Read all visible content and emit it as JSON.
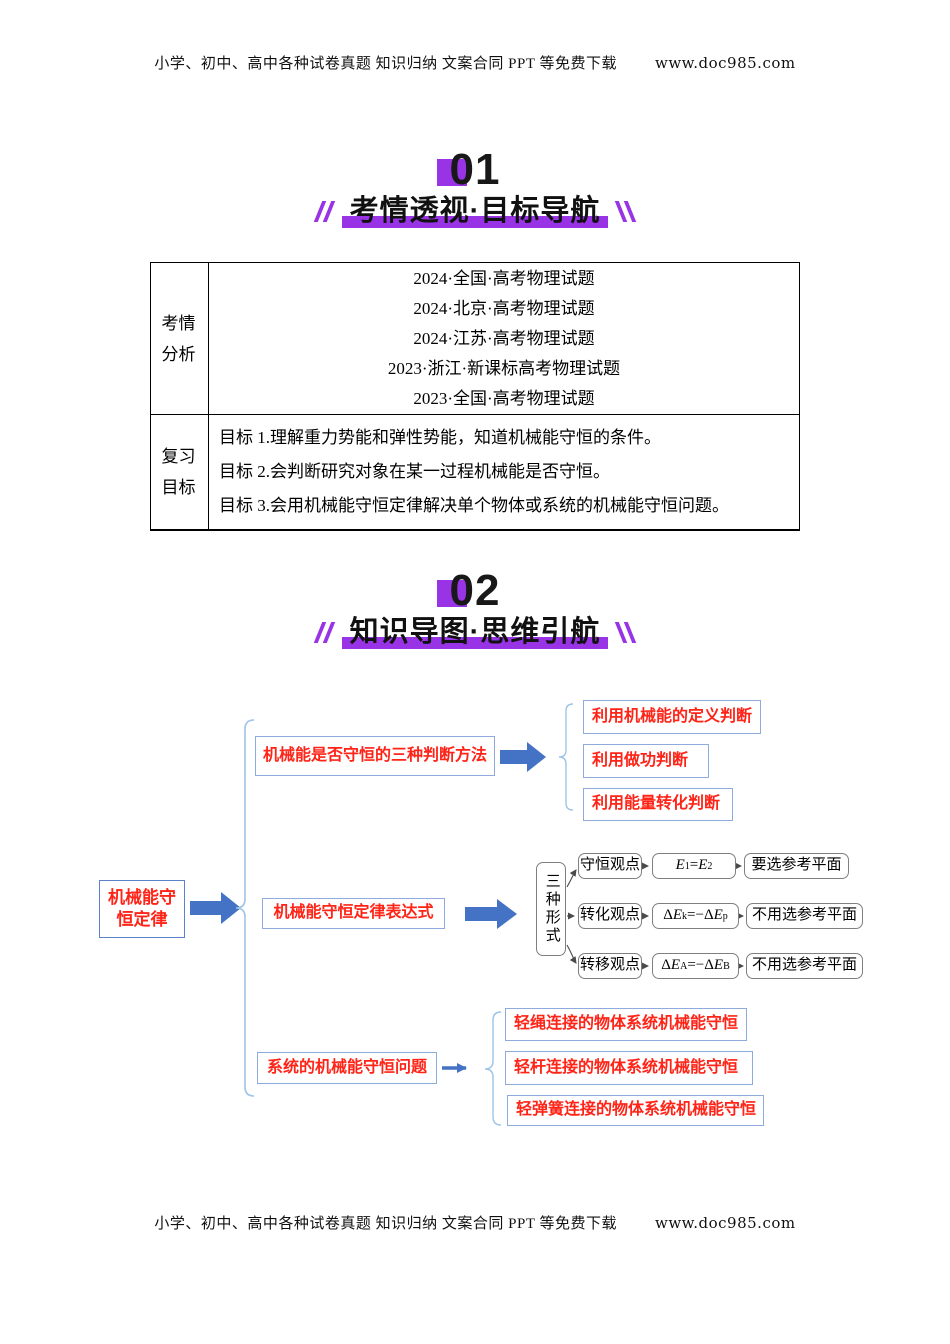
{
  "header": {
    "text": "小学、初中、高中各种试卷真题 知识归纳  文案合同  PPT 等免费下载",
    "url": "www.doc985.com"
  },
  "footer": {
    "text": "小学、初中、高中各种试卷真题 知识归纳  文案合同  PPT 等免费下载",
    "url": "www.doc985.com"
  },
  "sections": [
    {
      "number": "01",
      "title": "考情透视·目标导航"
    },
    {
      "number": "02",
      "title": "知识导图·思维引航"
    }
  ],
  "exam_table": {
    "row1_header": "考情分析",
    "row1_lines": [
      "2024·全国·高考物理试题",
      "2024·北京·高考物理试题",
      "2024·江苏·高考物理试题",
      "2023·浙江·新课标高考物理试题",
      "2023·全国·高考物理试题"
    ],
    "row2_header": "复习目标",
    "row2_lines": [
      "目标 1.理解重力势能和弹性势能，知道机械能守恒的条件。",
      "目标 2.会判断研究对象在某一过程机械能是否守恒。",
      "目标 3.会用机械能守恒定律解决单个物体或系统的机械能守恒问题。"
    ]
  },
  "mindmap": {
    "root": "机械能守恒定律",
    "branch1": {
      "label": "机械能是否守恒的三种判断方法",
      "children": [
        "利用机械能的定义判断",
        "利用做功判断",
        "利用能量转化判断"
      ]
    },
    "branch2": {
      "label": "机械能守恒定律表达式",
      "form": "三种形式",
      "rows": [
        {
          "view": "守恒观点",
          "f_pre": "",
          "f_m1": "E",
          "f_s1": "1",
          "f_mid": "=",
          "f_m2": "E",
          "f_s2": "2",
          "note": "要选参考平面"
        },
        {
          "view": "转化观点",
          "f_pre": "Δ",
          "f_m1": "E",
          "f_s1": "k",
          "f_mid": "=−Δ",
          "f_m2": "E",
          "f_s2": "p",
          "note": "不用选参考平面"
        },
        {
          "view": "转移观点",
          "f_pre": "Δ",
          "f_m1": "E",
          "f_s1": "A",
          "f_mid": "=−Δ",
          "f_m2": "E",
          "f_s2": "B",
          "note": "不用选参考平面"
        }
      ]
    },
    "branch3": {
      "label": "系统的机械能守恒问题",
      "children": [
        "轻绳连接的物体系统机械能守恒",
        "轻杆连接的物体系统机械能守恒",
        "轻弹簧连接的物体系统机械能守恒"
      ]
    }
  },
  "colors": {
    "accent_purple": "#9933e6",
    "arrow_blue": "#4472c4",
    "box_border_blue": "#8faadc",
    "red_text": "#ff2417",
    "gray_border": "#7f7f7f"
  }
}
